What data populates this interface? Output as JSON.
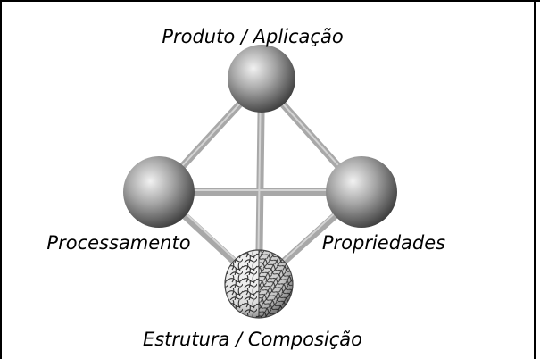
{
  "diagram": {
    "nodes": {
      "top": {
        "label": "Produto / Aplicação"
      },
      "left": {
        "label": "Processamento"
      },
      "right": {
        "label": "Propriedades"
      },
      "bottom": {
        "label": "Estrutura / Composição"
      }
    }
  },
  "colors": {
    "frame": "#000000",
    "connector": "#a9a9a9",
    "sphere_light": "#e8e8e8",
    "sphere_mid": "#9a9a9a",
    "sphere_dark": "#3c3c3c"
  }
}
